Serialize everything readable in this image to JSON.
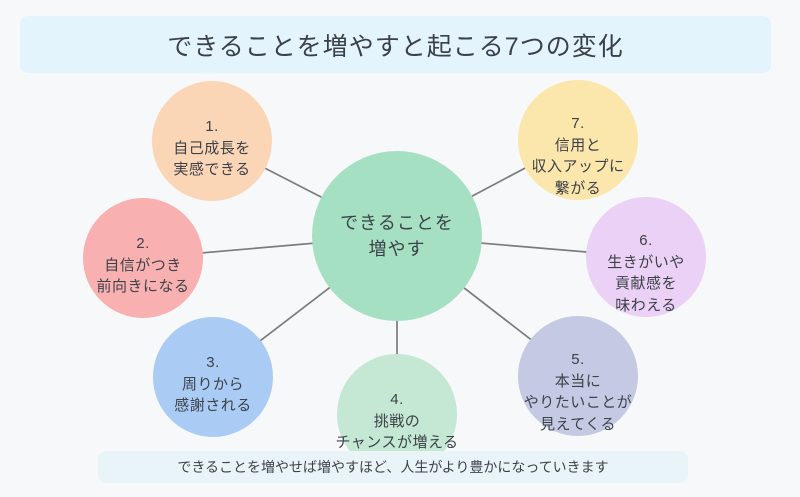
{
  "title": {
    "text": "できることを増やすと起こる7つの変化"
  },
  "footer": {
    "text": "できることを増やせば増やすほど、人生がより豊かになっていきます"
  },
  "center": {
    "lines": [
      "できることを",
      "増やす"
    ],
    "color": "#a6e0c3"
  },
  "nodes": [
    {
      "number": "1.",
      "lines": [
        "自己成長を",
        "実感できる"
      ],
      "color": "#fbd6b6"
    },
    {
      "number": "2.",
      "lines": [
        "自信がつき",
        "前向きになる"
      ],
      "color": "#f8b1b0"
    },
    {
      "number": "3.",
      "lines": [
        "周りから",
        "感謝される"
      ],
      "color": "#aaccf4"
    },
    {
      "number": "4.",
      "lines": [
        "挑戦の",
        "チャンスが増える"
      ],
      "color": "#c4e8d4"
    },
    {
      "number": "5.",
      "lines": [
        "本当に",
        "やりたいことが",
        "見えてくる"
      ],
      "color": "#c5c9e4"
    },
    {
      "number": "6.",
      "lines": [
        "生きがいや",
        "貢献感を",
        "味わえる"
      ],
      "color": "#ebd1f5"
    },
    {
      "number": "7.",
      "lines": [
        "信用と",
        "収入アップに",
        "繋がる"
      ],
      "color": "#fbe6ac"
    }
  ],
  "colors": {
    "background": "#f7f8fa",
    "title_banner_bg": "#e3f4fd",
    "footer_banner_bg": "#e9f4f9",
    "connector": "#7b7b7b",
    "text": "#3d4249"
  }
}
